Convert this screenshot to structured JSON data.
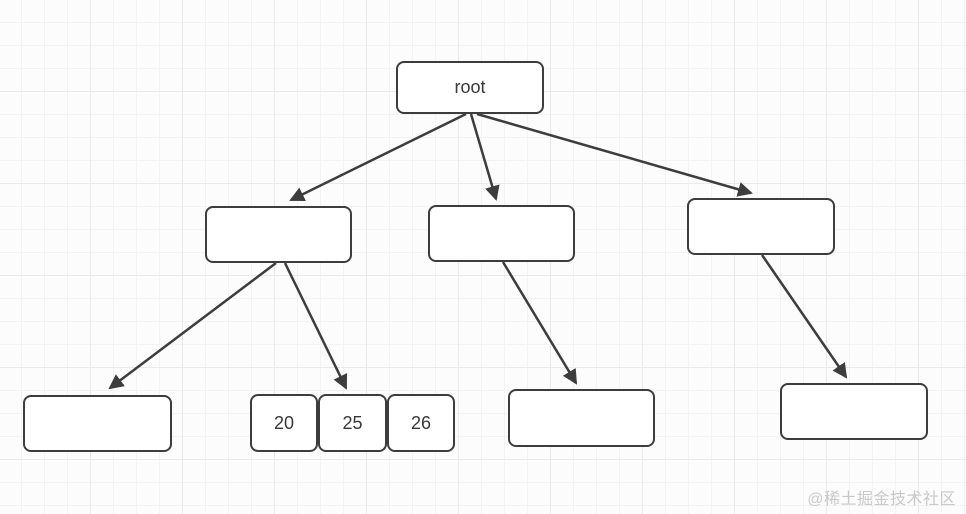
{
  "diagram": {
    "type": "tree",
    "root": {
      "label": "root"
    },
    "level1": [
      {
        "label": ""
      },
      {
        "label": ""
      },
      {
        "label": ""
      }
    ],
    "leaves": {
      "left": {
        "label": ""
      },
      "cells": [
        "20",
        "25",
        "26"
      ],
      "middle": {
        "label": ""
      },
      "right": {
        "label": ""
      }
    },
    "edges": [
      "root -> level1[0]",
      "root -> level1[1]",
      "root -> level1[2]",
      "level1[0] -> leaf-left",
      "level1[0] -> cells(20,25,26)",
      "level1[1] -> leaf-middle",
      "level1[2] -> leaf-right"
    ]
  },
  "colors": {
    "stroke": "#3d3d3d",
    "node_fill": "#ffffff",
    "background": "#fcfcfc",
    "grid_major": "#e9e9ee",
    "grid_minor": "#f3f3f6",
    "watermark": "#c9c9c9"
  },
  "watermark": "@稀土掘金技术社区"
}
